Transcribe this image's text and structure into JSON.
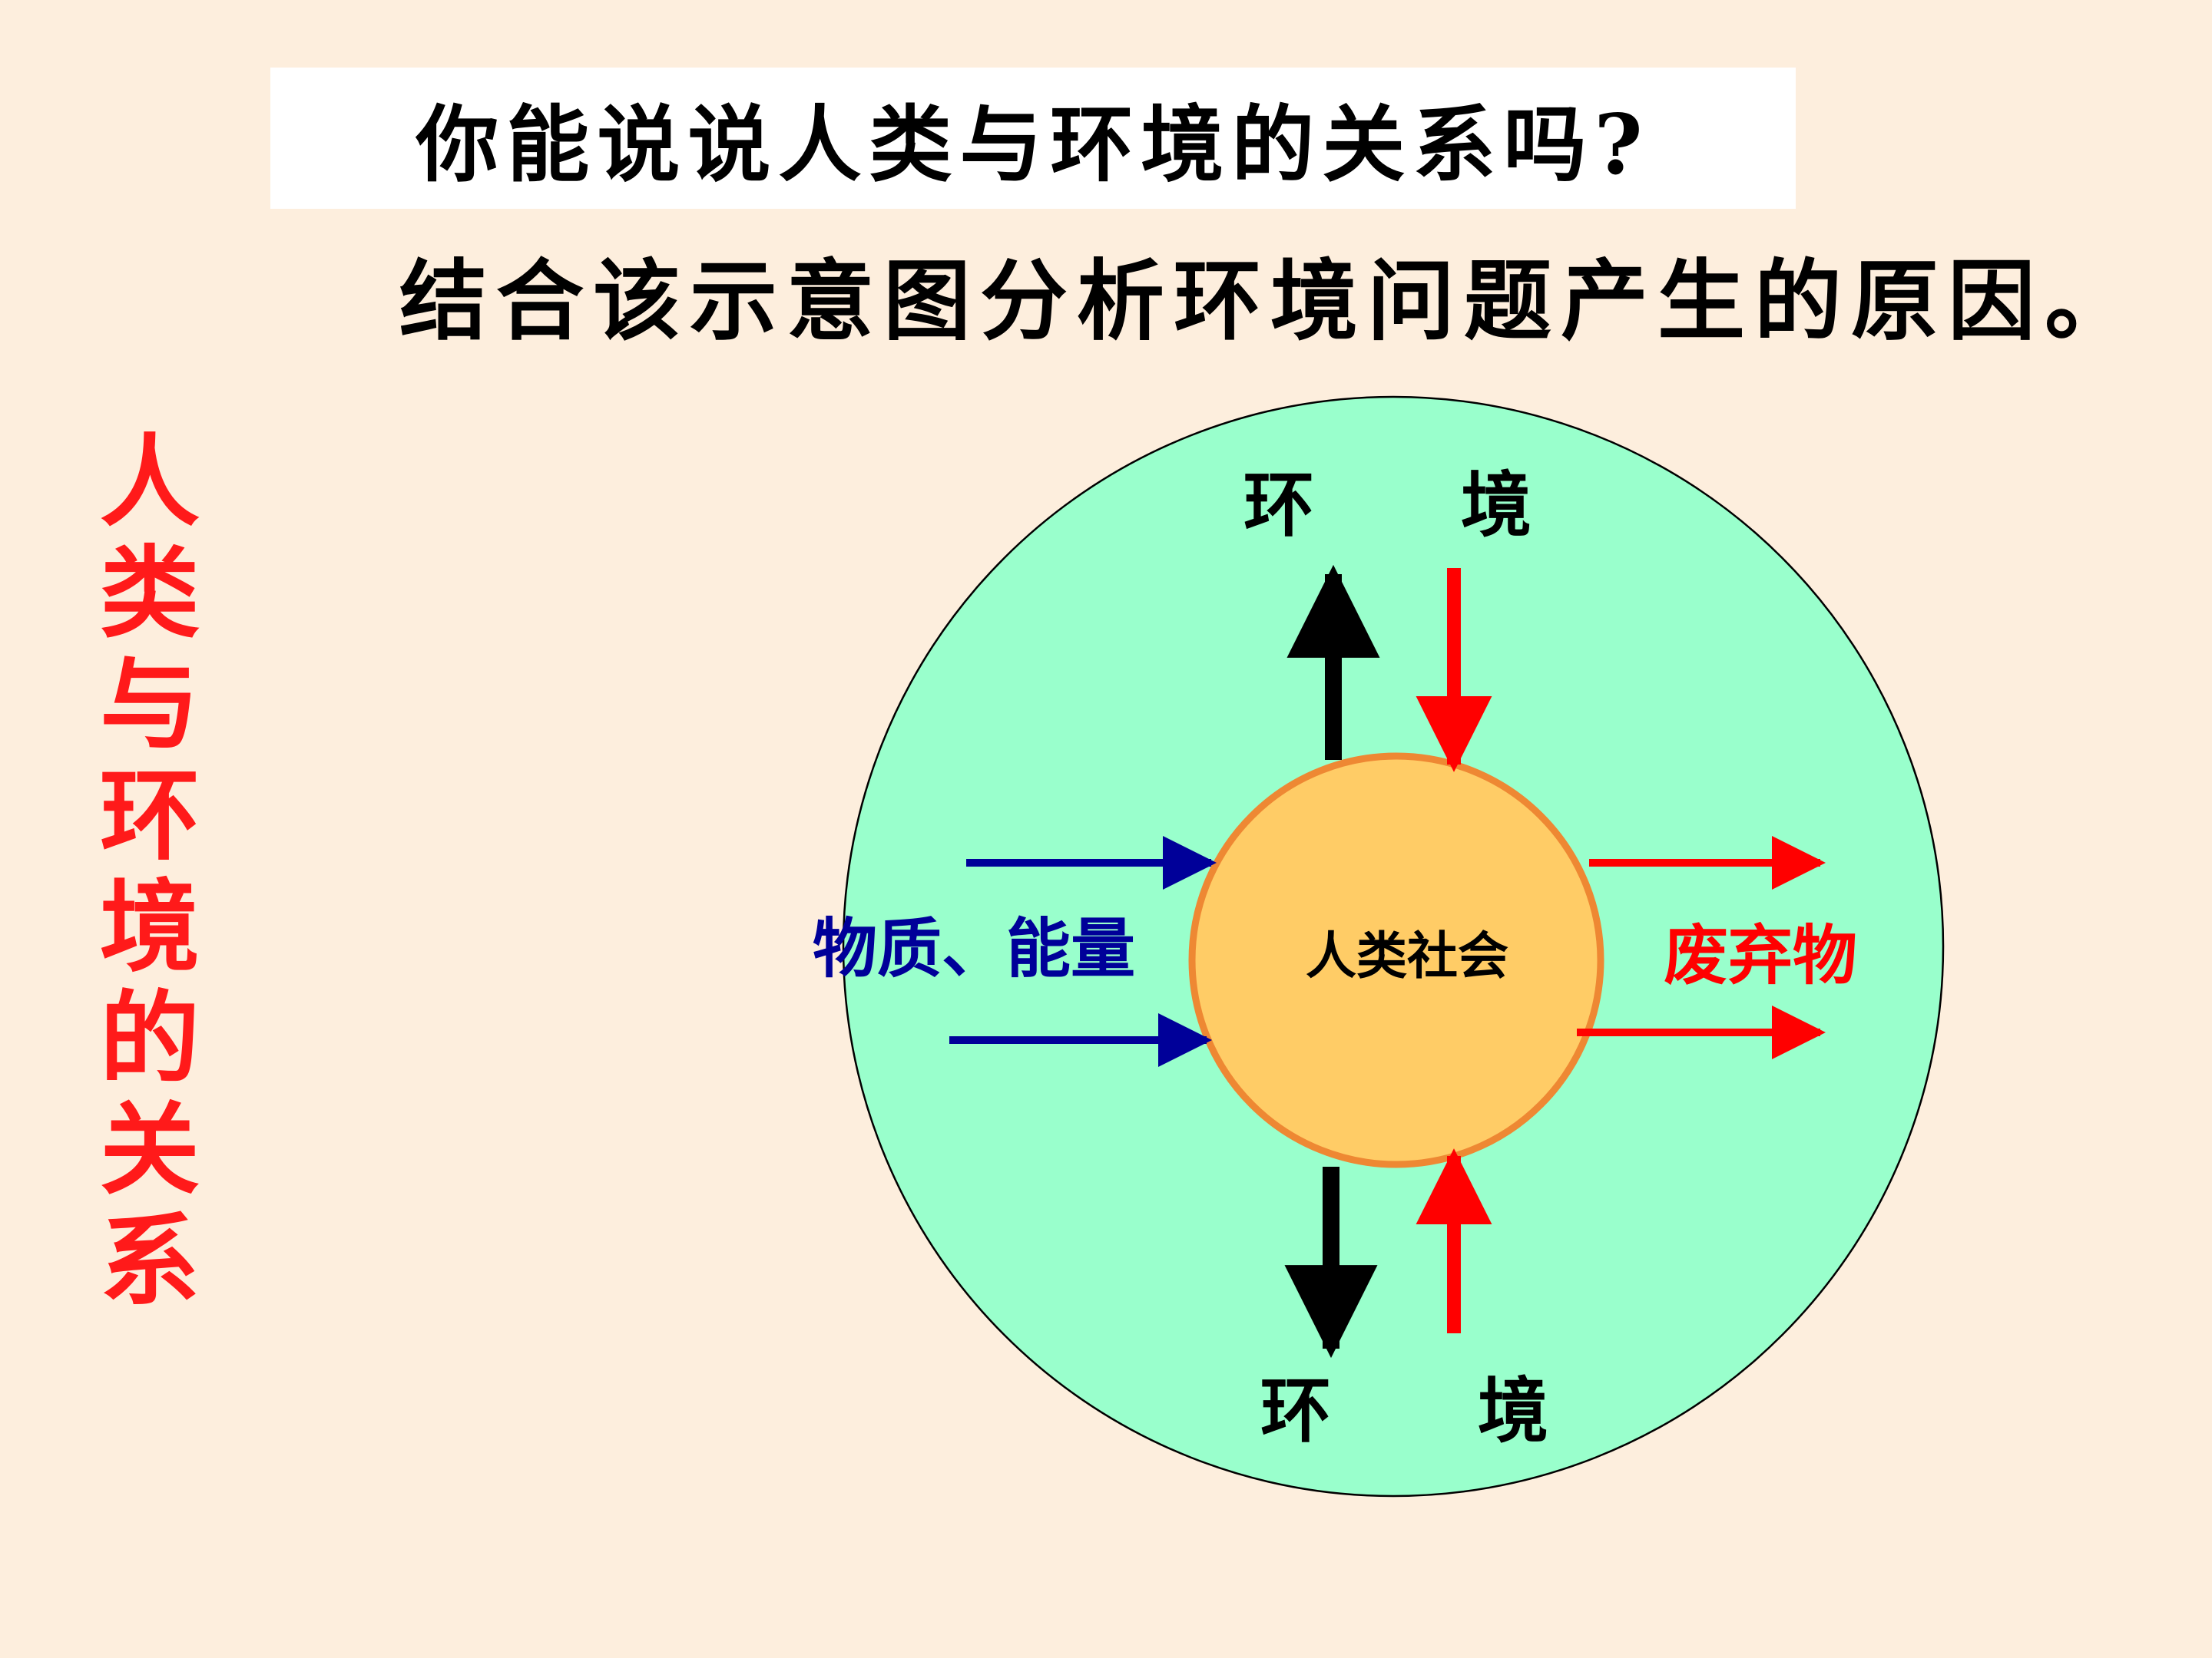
{
  "header": {
    "title": "你能说说人类与环境的关系吗?",
    "subtitle": "结合该示意图分析环境问题产生的原因。"
  },
  "side_title": [
    "人",
    "类",
    "与",
    "环",
    "境",
    "的",
    "关",
    "系"
  ],
  "diagram": {
    "center_label": "人类社会",
    "input_label": "物质、能量",
    "output_label": "废弃物",
    "top_left_label": "环",
    "top_right_label": "境",
    "bottom_left_label": "环",
    "bottom_right_label": "境"
  },
  "colors": {
    "background": "#fdeedd",
    "outer_circle": "#99ffcc",
    "inner_circle": "#ffcc66",
    "inner_circle_border": "#ee8833",
    "side_title": "#ff1a1a",
    "input_arrows": "#000099",
    "output_arrows": "#ff0000",
    "vertical_black_arrows": "#000000",
    "vertical_red_arrows": "#ff0000"
  }
}
